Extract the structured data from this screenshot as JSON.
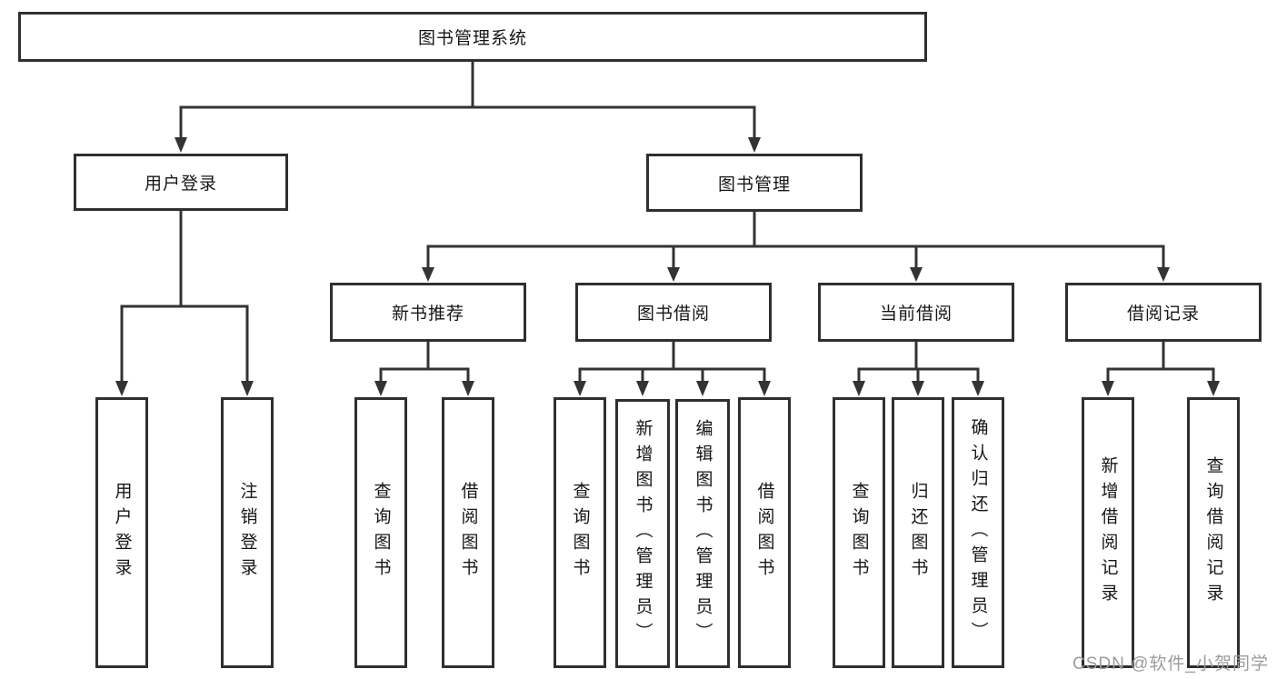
{
  "diagram": {
    "root": "图书管理系统",
    "level1": [
      {
        "label": "用户登录"
      },
      {
        "label": "图书管理"
      }
    ],
    "level2": [
      {
        "label": "新书推荐"
      },
      {
        "label": "图书借阅"
      },
      {
        "label": "当前借阅"
      },
      {
        "label": "借阅记录"
      }
    ],
    "leaves": {
      "user": [
        "用户登录",
        "注销登录"
      ],
      "recommend": [
        "查询图书",
        "借阅图书"
      ],
      "borrow": [
        "查询图书",
        "新增图书（管理员）",
        "编辑图书（管理员）",
        "借阅图书"
      ],
      "current": [
        "查询图书",
        "归还图书",
        "确认归还（管理员）"
      ],
      "record": [
        "新增借阅记录",
        "查询借阅记录"
      ]
    }
  },
  "watermark": "CSDN @软件_小贺同学",
  "colors": {
    "line": "#333333",
    "border": "#2f2f2f",
    "text": "#161616",
    "watermark": "#9c9c9c",
    "background": "#ffffff"
  }
}
